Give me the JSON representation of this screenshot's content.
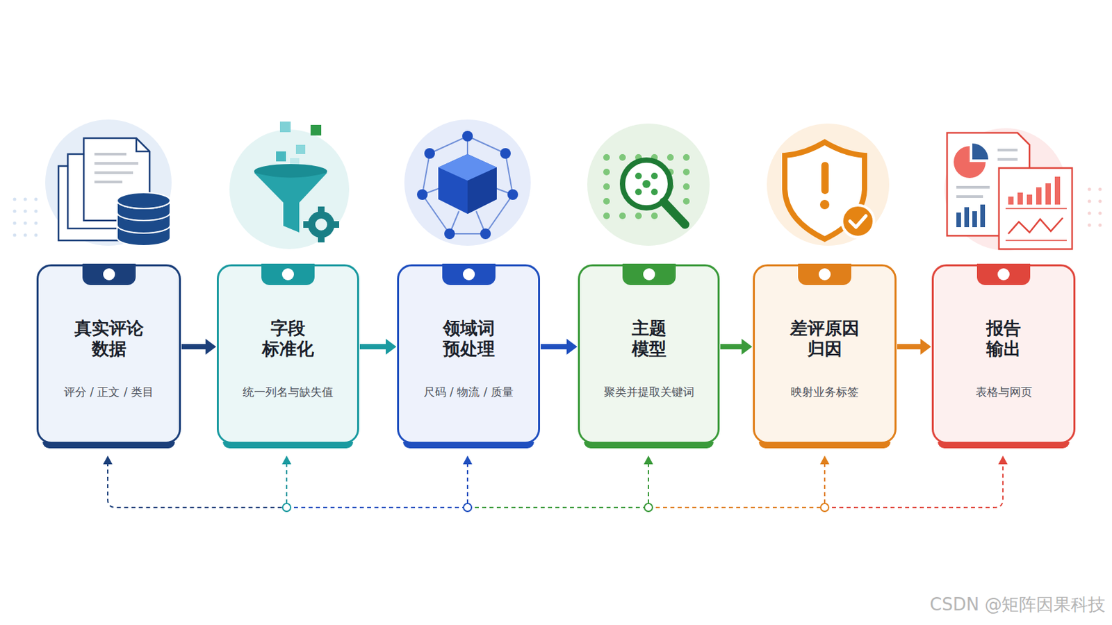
{
  "diagram": {
    "nodes": [
      {
        "text": [
          "真实评论 数据",
          "评分 / 正文 / 类目"
        ]
      },
      {
        "text": [
          "字段 标准化",
          "统一列名与缺失值"
        ]
      },
      {
        "text": [
          "领域词 预处理",
          "尺码 / 物流 / 质量"
        ]
      },
      {
        "text": [
          "主题 模型",
          "聚类并提取关键词"
        ]
      },
      {
        "text": [
          "差评原因 归因",
          "映射业务标签"
        ]
      },
      {
        "text": [
          "报告 输出",
          "表格与网页"
        ]
      }
    ],
    "edges": [
      {
        "from": 0,
        "to": 1,
        "arrow": "to"
      },
      {
        "from": 1,
        "to": 2,
        "arrow": "to"
      },
      {
        "from": 2,
        "to": 3,
        "arrow": "to"
      },
      {
        "from": 3,
        "to": 4,
        "arrow": "to"
      },
      {
        "from": 4,
        "to": 5,
        "arrow": "to"
      }
    ],
    "labels": [
      "CSDN @矩阵因果科技"
    ]
  }
}
